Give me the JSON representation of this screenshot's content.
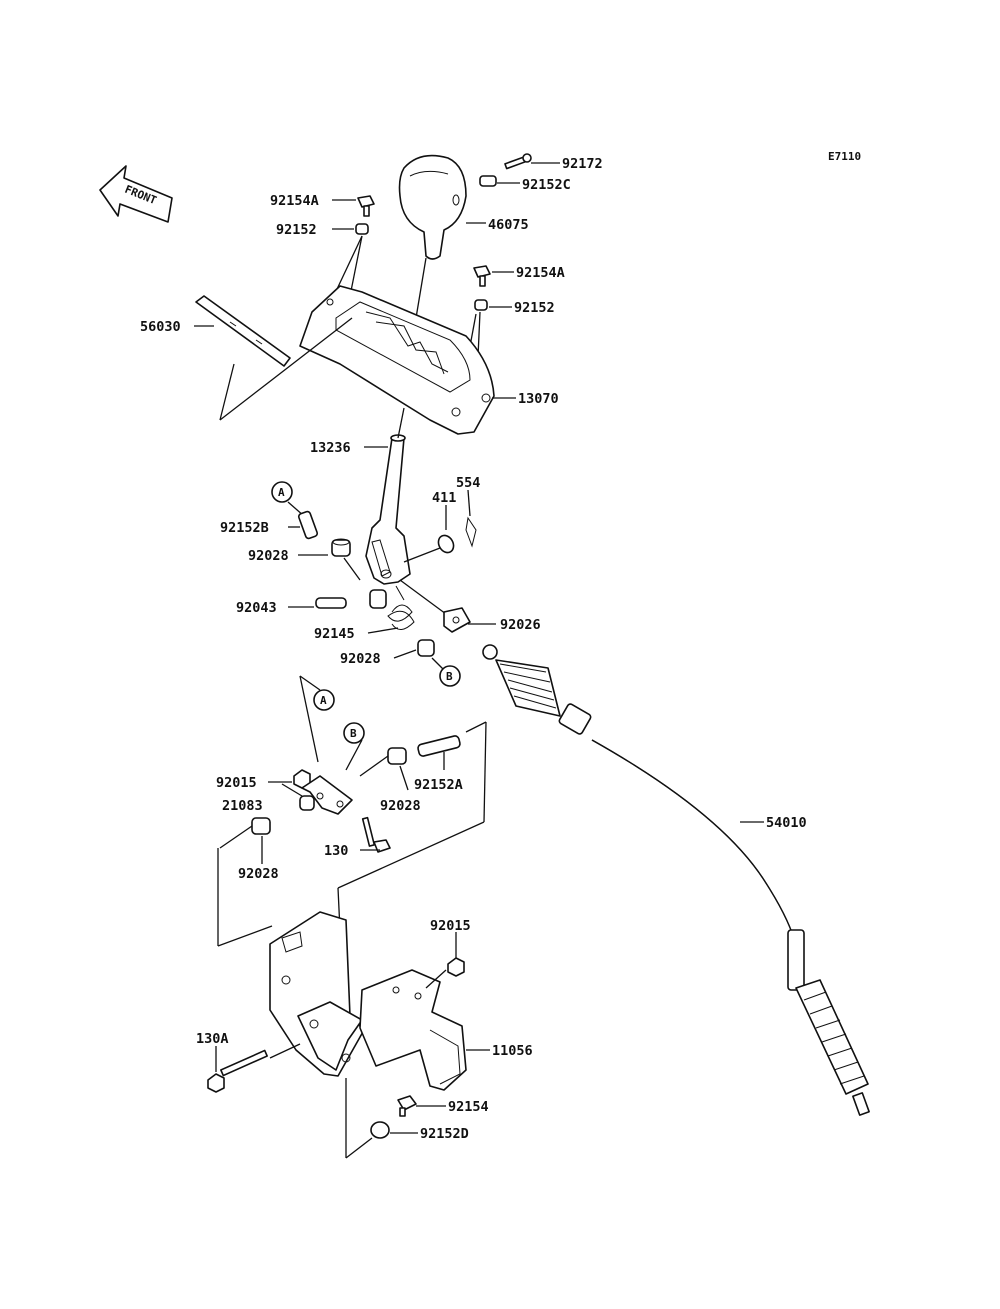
{
  "diagram_code": "E7110",
  "front_label": "FRONT",
  "refs": {
    "A": "A",
    "B": "B"
  },
  "parts": {
    "p92172": "92172",
    "p92152C": "92152C",
    "p92154A_top": "92154A",
    "p92152_top": "92152",
    "p46075": "46075",
    "p92154A_right": "92154A",
    "p92152_right": "92152",
    "p56030": "56030",
    "p13070": "13070",
    "p13236": "13236",
    "p554": "554",
    "p411": "411",
    "p92152B": "92152B",
    "p92028_a": "92028",
    "p92043": "92043",
    "p92145": "92145",
    "p92026": "92026",
    "p92028_b": "92028",
    "p92015_a": "92015",
    "p21083": "21083",
    "p92152A": "92152A",
    "p92028_c": "92028",
    "p130": "130",
    "p92028_d": "92028",
    "p54010": "54010",
    "p92015_b": "92015",
    "p130A": "130A",
    "p11056": "11056",
    "p92154": "92154",
    "p92152D": "92152D"
  }
}
